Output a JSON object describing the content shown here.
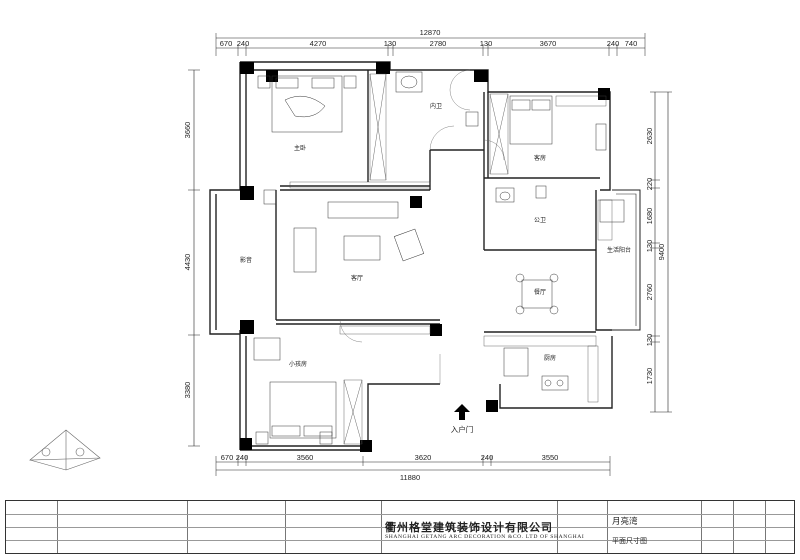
{
  "dimensions": {
    "top_total": "12870",
    "top_segments": [
      "670",
      "240",
      "4270",
      "130",
      "2780",
      "130",
      "3670",
      "240",
      "740"
    ],
    "bottom_total": "11880",
    "bottom_segments": [
      "670",
      "240",
      "3560",
      "3620",
      "240",
      "3550"
    ],
    "left_segments": [
      "3660",
      "4430",
      "3380"
    ],
    "right_segments": [
      "2630",
      "220",
      "1680",
      "130",
      "2760",
      "130",
      "1730"
    ],
    "right_total": "9400"
  },
  "rooms": {
    "master_bedroom": "主卧",
    "inner_bath": "内卫",
    "second_bedroom": "客房",
    "public_bath": "公卫",
    "living_room": "客厅",
    "study": "影音",
    "dining": "餐厅",
    "balcony": "生活阳台",
    "kids_room": "小孩房",
    "kitchen": "厨房",
    "entrance": "入户门"
  },
  "title_block": {
    "company_cn": "衢州格堂建筑装饰设计有限公司",
    "company_en": "SHANGHAI GETANG ARC DECORATION &CO. LTD OF SHANGHAI",
    "project_name": "月亮湾",
    "drawing_name": "平面尺寸图"
  }
}
